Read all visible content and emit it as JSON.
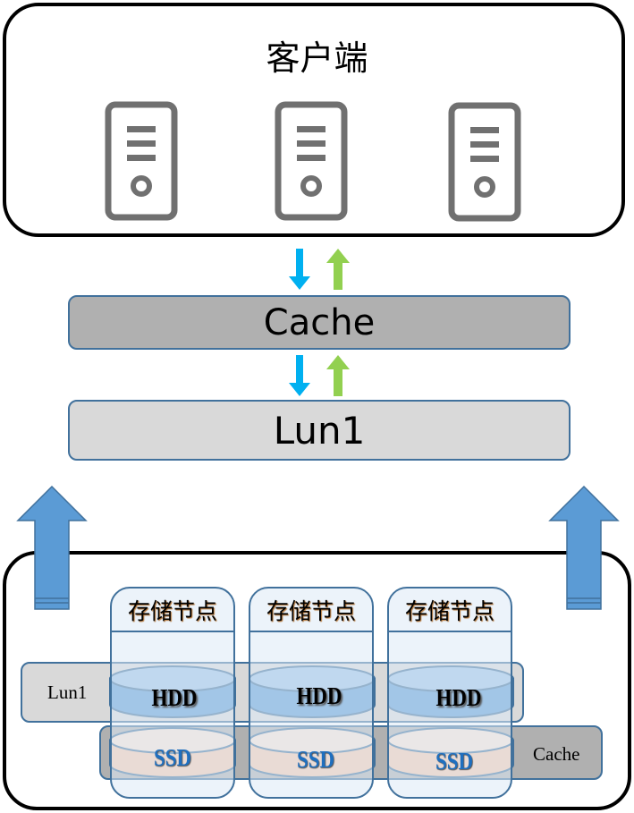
{
  "client": {
    "title": "客户端",
    "devices": [
      {
        "icon": "server-tower-icon"
      },
      {
        "icon": "server-tower-icon"
      },
      {
        "icon": "server-tower-icon"
      }
    ]
  },
  "layers": {
    "cache_label": "Cache",
    "lun_label": "Lun1"
  },
  "flow_arrows": {
    "down_color": "#00b0f0",
    "up_color": "#92d050",
    "big_up_color": "#5b9bd5"
  },
  "storage": {
    "lun_band_label": "Lun1",
    "cache_band_label": "Cache",
    "nodes": [
      {
        "label": "存储节点",
        "hdd": "HDD",
        "ssd": "SSD"
      },
      {
        "label": "存储节点",
        "hdd": "HDD",
        "ssd": "SSD"
      },
      {
        "label": "存储节点",
        "hdd": "HDD",
        "ssd": "SSD"
      }
    ]
  },
  "colors": {
    "border_blue": "#41719c",
    "hdd_top": "#9dc3e6",
    "hdd_side": "#5b9bd5",
    "ssd_top": "#fbe5d6",
    "ssd_side": "#f8cbad",
    "cache_gray": "#b0b0b0",
    "lun_gray": "#d9d9d9"
  }
}
